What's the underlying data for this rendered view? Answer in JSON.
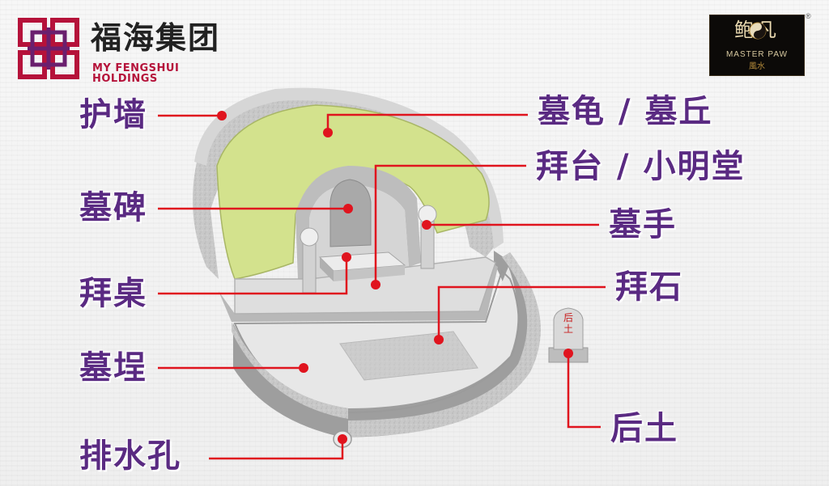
{
  "brand": {
    "name_cn": "福海集团",
    "name_en": "MY FENGSHUI HOLDINGS"
  },
  "master": {
    "name_cn": "鲍凡",
    "name_en": "MASTER PAW",
    "subtitle": "風水"
  },
  "marker_text": "后土",
  "labels": {
    "huqiang": "护墙",
    "mubei": "墓碑",
    "baizhuo": "拜桌",
    "mucheng": "墓埕",
    "paishuikong": "排水孔",
    "mugui": "墓龟 / 墓丘",
    "baitai": "拜台 / 小明堂",
    "mushou": "墓手",
    "baishi": "拜石",
    "houtu": "后土"
  },
  "colors": {
    "label": "#5a2a82",
    "leader": "#e0141e",
    "mound": "#d3e28d",
    "stone": "#c9c9c9",
    "brand_red": "#b5123a"
  }
}
